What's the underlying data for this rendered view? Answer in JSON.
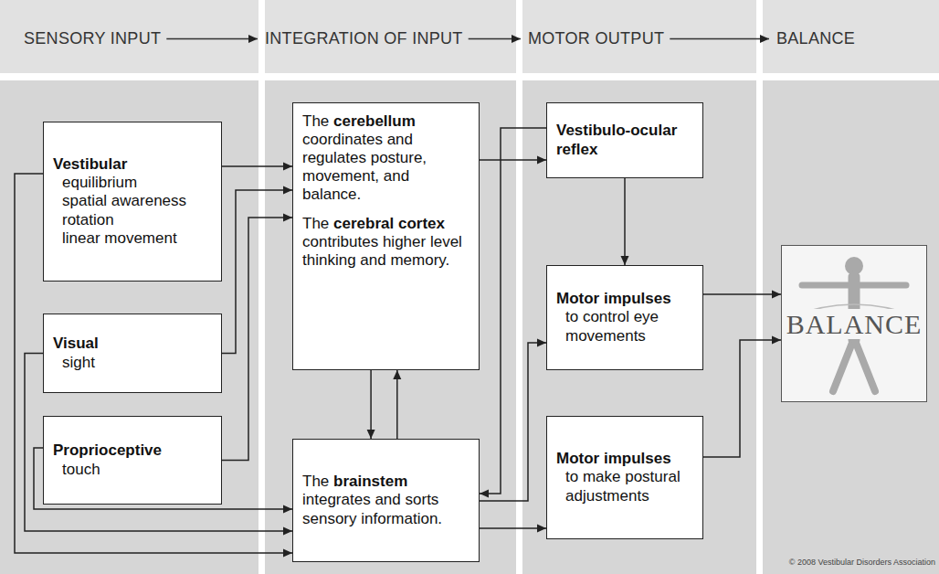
{
  "diagram": {
    "nodes": [
      {
        "text": [
          "SENSORY INPUT"
        ]
      },
      {
        "text": [
          "INTEGRATION OF INPUT"
        ]
      },
      {
        "text": [
          "MOTOR OUTPUT"
        ]
      },
      {
        "text": [
          "BALANCE"
        ]
      },
      {
        "text": [
          "Vestibular",
          "equilibrium",
          "spatial awareness",
          "rotation",
          "linear movement"
        ]
      },
      {
        "text": [
          "Visual",
          "sight"
        ]
      },
      {
        "text": [
          "Proprioceptive",
          "touch"
        ]
      },
      {
        "text": [
          "The cerebellum coordinates and regulates posture, movement, and balance.",
          "The cerebral cortex contributes higher level thinking and memory."
        ]
      },
      {
        "text": [
          "The brainstem integrates and sorts sensory information."
        ]
      },
      {
        "text": [
          "Vestibulo-ocular reflex"
        ]
      },
      {
        "text": [
          "Motor impulses",
          "to control eye movements"
        ]
      },
      {
        "text": [
          "Motor impulses",
          "to make postural adjustments"
        ]
      },
      {
        "text": [
          "BALANCE"
        ]
      }
    ],
    "edges": [
      {
        "from": 0,
        "to": 1,
        "arrow": "to"
      },
      {
        "from": 1,
        "to": 2,
        "arrow": "to"
      },
      {
        "from": 2,
        "to": 3,
        "arrow": "to"
      },
      {
        "from": 4,
        "to": 7,
        "arrow": "to"
      },
      {
        "from": 5,
        "to": 7,
        "arrow": "to"
      },
      {
        "from": 6,
        "to": 7,
        "arrow": "to"
      },
      {
        "from": 4,
        "to": 8,
        "arrow": "to"
      },
      {
        "from": 5,
        "to": 8,
        "arrow": "to"
      },
      {
        "from": 6,
        "to": 8,
        "arrow": "to"
      },
      {
        "from": 7,
        "to": 8,
        "arrow": "to"
      },
      {
        "from": 8,
        "to": 7,
        "arrow": "to"
      },
      {
        "from": 7,
        "to": 9,
        "arrow": "to"
      },
      {
        "from": 9,
        "to": 8,
        "arrow": "to"
      },
      {
        "from": 9,
        "to": 10,
        "arrow": "to"
      },
      {
        "from": 8,
        "to": 10,
        "arrow": "to"
      },
      {
        "from": 8,
        "to": 11,
        "arrow": "to"
      },
      {
        "from": 10,
        "to": 12,
        "arrow": "to"
      },
      {
        "from": 11,
        "to": 12,
        "arrow": "to"
      }
    ],
    "labels": [
      "© 2008 Vestibular Disorders Association"
    ]
  }
}
